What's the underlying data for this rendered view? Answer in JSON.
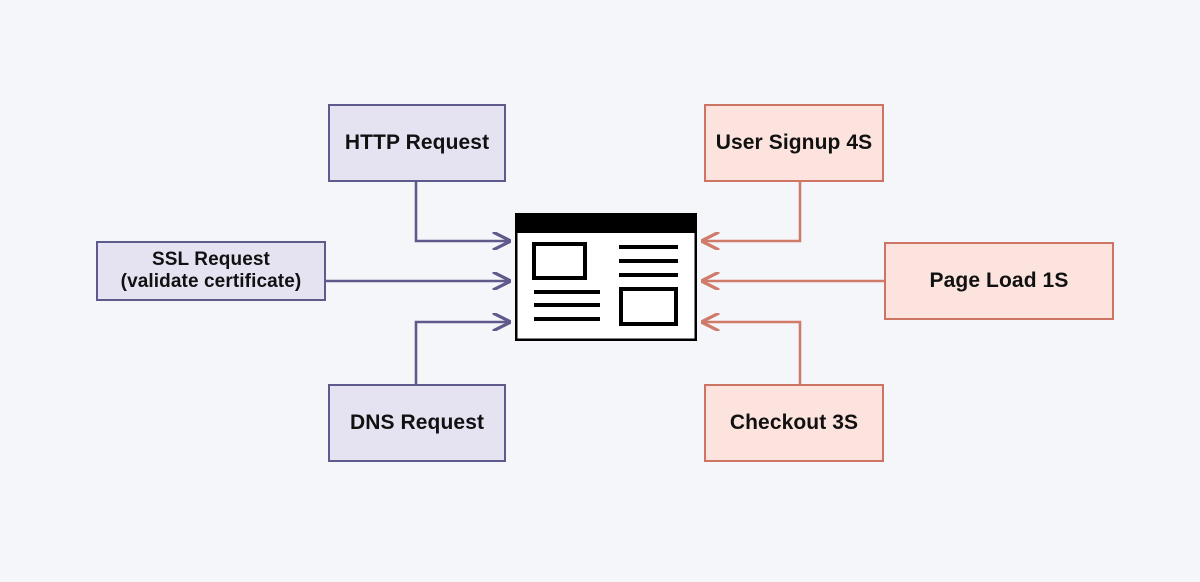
{
  "diagram": {
    "title": "Web request and user journey timing diagram",
    "background_color": "#f5f6fa",
    "center": {
      "name": "webpage-wireframe",
      "icon": "webpage-icon",
      "description": "Web page wireframe with header bar, image blocks and text lines"
    },
    "left_group": {
      "accent_border": "#5f5a8c",
      "accent_fill": "#e5e3f2",
      "connector_color": "#5f5a8c",
      "nodes": [
        {
          "id": "http",
          "label": "HTTP Request"
        },
        {
          "id": "ssl",
          "label": "SSL Request\n(validate certificate)"
        },
        {
          "id": "dns",
          "label": "DNS Request"
        }
      ]
    },
    "right_group": {
      "accent_border": "#cd7464",
      "accent_fill": "#fce3dd",
      "connector_color": "#d07a6a",
      "nodes": [
        {
          "id": "signup",
          "label": "User Signup 4S"
        },
        {
          "id": "pageload",
          "label": "Page Load 1S"
        },
        {
          "id": "checkout",
          "label": "Checkout 3S"
        }
      ]
    }
  }
}
